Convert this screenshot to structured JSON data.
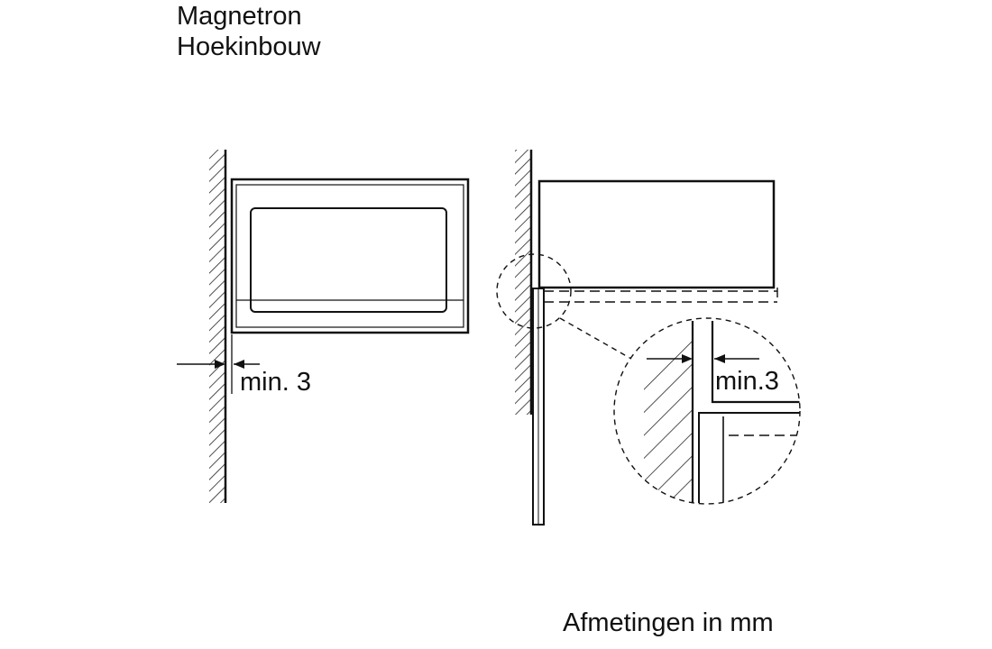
{
  "header": {
    "line1": "Magnetron",
    "line2": "Hoekinbouw"
  },
  "diagram": {
    "left_gap_label": "min. 3",
    "detail_gap_label": "min.3"
  },
  "footer": {
    "units_note": "Afmetingen in mm"
  }
}
